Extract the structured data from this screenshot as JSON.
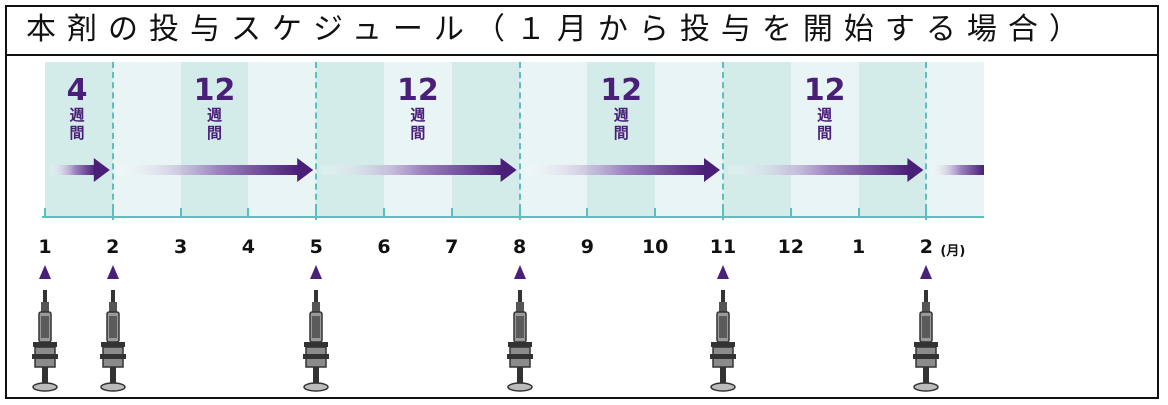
{
  "title": "本剤の投与スケジュール（１月から投与を開始する場合）",
  "intervals": [
    {
      "number": "4",
      "unit_text": "週間"
    },
    {
      "number": "12",
      "unit_text": "週間"
    },
    {
      "number": "12",
      "unit_text": "週間"
    },
    {
      "number": "12",
      "unit_text": "週間"
    },
    {
      "number": "12",
      "unit_text": "週間"
    }
  ],
  "months": [
    "1",
    "2",
    "3",
    "4",
    "5",
    "6",
    "7",
    "8",
    "9",
    "10",
    "11",
    "12",
    "1",
    "2"
  ],
  "month_unit": "(月)",
  "injection_months_index": [
    0,
    1,
    4,
    7,
    10,
    13
  ],
  "colors": {
    "band_dark": "#d3ecea",
    "band_light": "#e9f5f4",
    "accent_purple": "#4a1f78",
    "teal_line": "#5cbfbd"
  },
  "icons": {
    "injection_marker": "triangle-up-icon",
    "device": "syringe-icon",
    "arrow": "arrow-right-icon"
  }
}
